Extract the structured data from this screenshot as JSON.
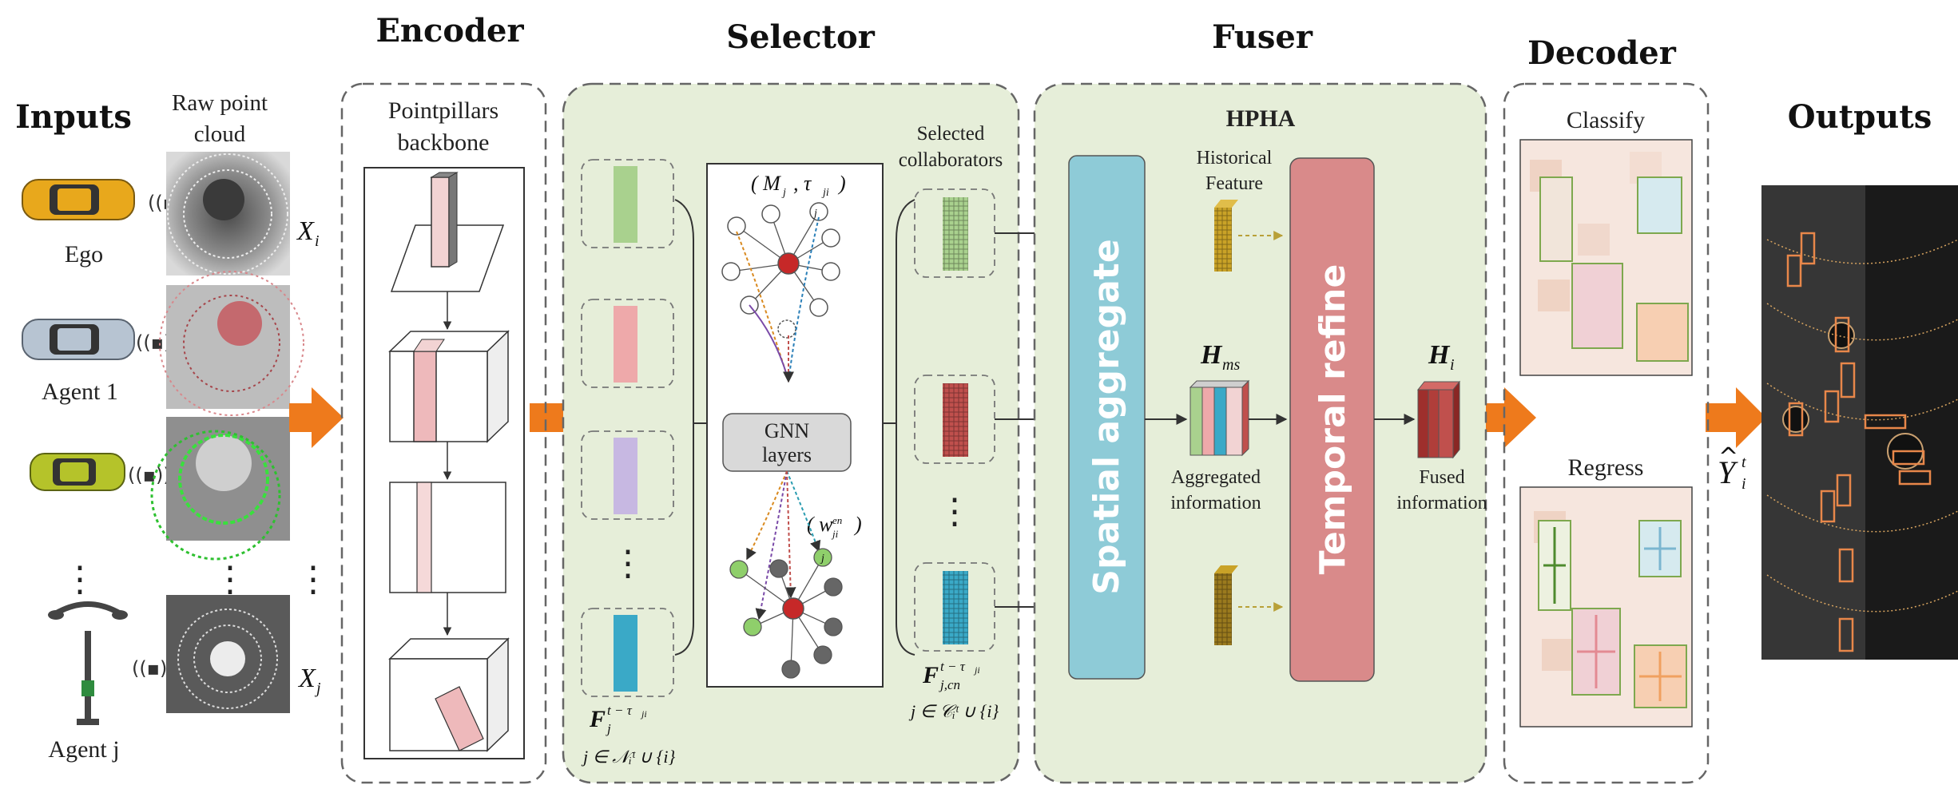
{
  "sections": {
    "inputs": "Inputs",
    "encoder": "Encoder",
    "selector": "Selector",
    "fuser": "Fuser",
    "decoder": "Decoder",
    "outputs": "Outputs"
  },
  "inputs": {
    "raw_point_cloud": [
      "Raw point",
      "cloud"
    ],
    "agents": [
      "Ego",
      "Agent 1",
      "Agent j"
    ],
    "x_i": "X",
    "x_i_sub": "i",
    "x_j": "X",
    "x_j_sub": "j",
    "dots": "⋮"
  },
  "encoder": {
    "backbone": [
      "Pointpillars",
      "backbone"
    ]
  },
  "selector": {
    "feature_label": "F",
    "feature_sup": "t − τ",
    "feature_sup_sub": "ji",
    "feature_sub": "j",
    "set_label": "j ∈ 𝒩ᵢᵗ ∪ {i}",
    "graph_top": "( M",
    "graph_top_sub": "j",
    "graph_top_tau": ", τ",
    "graph_top_tau_sub": "ji",
    "graph_top_close": ")",
    "gnn": [
      "GNN",
      "layers"
    ],
    "weight": "( w",
    "weight_sup": "en",
    "weight_sub": "ji",
    "weight_close": ")",
    "node_j": "j",
    "selected": [
      "Selected",
      "collaborators"
    ],
    "selected_feature": "F",
    "selected_feature_sup": "t − τ",
    "selected_feature_sup_sub": "ji",
    "selected_feature_sub": "j,cn",
    "selected_set": "j ∈ 𝒞ᵢᵗ ∪ {i}",
    "dots": "⋮"
  },
  "fuser": {
    "title": "HPHA",
    "spatial": "Spatial aggregate",
    "historical": [
      "Historical",
      "Feature"
    ],
    "h_ms": "H",
    "h_ms_sub": "ms",
    "aggregated": [
      "Aggregated",
      "information"
    ],
    "temporal": "Temporal refine",
    "h_i": "H",
    "h_i_sub": "i",
    "fused": [
      "Fused",
      "information"
    ]
  },
  "decoder": {
    "classify": "Classify",
    "regress": "Regress"
  },
  "outputs": {
    "y_label": "Y",
    "y_sup": "t",
    "y_sub": "i"
  },
  "colors": {
    "arrow_orange": "#ee7a1c",
    "selector_bg": "#e6eed9",
    "fuser_bg": "#e6eed9",
    "spatial": "#8ecbd7",
    "temporal": "#d98a8a",
    "feat_green": "#a9d18e",
    "feat_pink": "#eea9aa",
    "feat_purple": "#c7b8e2",
    "feat_blue": "#3aa9c7",
    "feat_red": "#c0504d",
    "feat_gold": "#c9a227"
  }
}
